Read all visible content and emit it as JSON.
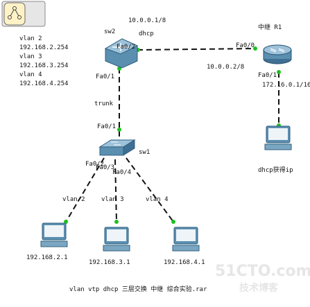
{
  "nodes": {
    "sw2": {
      "name": "sw2",
      "role": "dhcp",
      "gw_ip": "10.0.0.1/8"
    },
    "r1": {
      "name": "中继 R1",
      "ip_wan": "10.0.0.2/8",
      "ip_lan": "172.16.0.1/16"
    },
    "sw1": {
      "name": "sw1"
    },
    "pc_dhcp": {
      "label": "dhcp获得ip"
    },
    "pc2": {
      "ip": "192.168.2.1"
    },
    "pc3": {
      "ip": "192.168.3.1"
    },
    "pc4": {
      "ip": "192.168.4.1"
    }
  },
  "ports": {
    "sw2_fa02": "Fa0/2",
    "sw2_fa01": "Fa0/1",
    "r1_fa00": "Fa0/0",
    "r1_fa01": "Fa0/1",
    "sw1_fa01": "Fa0/1",
    "sw1_fa02": "Fa0/2",
    "sw1_fa03": "Fa0/3",
    "sw1_fa04": "Fa0/4"
  },
  "links": {
    "trunk": "trunk",
    "vlan2": "vlan 2",
    "vlan3": "vlan 3",
    "vlan4": "vlan 4"
  },
  "vlan_table": [
    "vlan 2",
    "192.168.2.254",
    "vlan 3",
    "192.168.3.254",
    "vlan 4",
    "192.168.4.254"
  ],
  "caption": "vlan vtp dhcp 三层交换 中继 综合实验.rar",
  "watermark": {
    "site": "51CTO.com",
    "sub": "技术博客"
  },
  "colors": {
    "link_end": "#20c020",
    "device_blue": "#5b8fb0",
    "line": "#111111"
  }
}
